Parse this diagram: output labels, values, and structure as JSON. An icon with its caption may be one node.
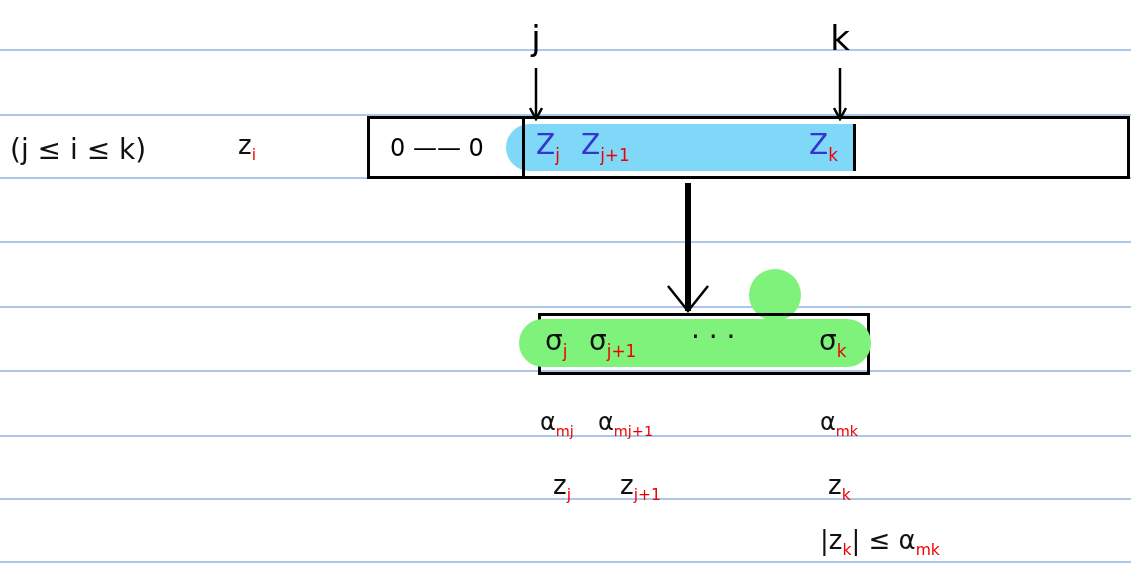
{
  "diagram": {
    "nodes": [
      {
        "text": [
          "j"
        ]
      },
      {
        "text": [
          "k"
        ]
      },
      {
        "text": [],
        "shape": "box"
      },
      {
        "text": [
          "0 —— 0"
        ],
        "in": 2
      },
      {
        "text": [
          "Z$_{j}$",
          "Z$_{j+1}$",
          "Z$_{k}$"
        ],
        "in": 2
      },
      {
        "text": [
          "σ$_{j}$",
          "σ$_{j+1}$",
          "· · ·",
          "σ$_{k}$"
        ]
      },
      {
        "text": [],
        "shape": "circle"
      }
    ],
    "edges": [
      {
        "from": 0,
        "to": 4,
        "arrow": "to"
      },
      {
        "from": 1,
        "to": 4,
        "arrow": "to"
      },
      {
        "from": 2,
        "to": 5,
        "arrow": "to",
        "style": "thick"
      }
    ],
    "labels": [
      "(j ≤ i ≤ k)",
      "z$_{i}$",
      "α$_{mj}$",
      "α$_{mj+1}$",
      "α$_{mk}$",
      "z$_{j}$",
      "z$_{j+1}$",
      "z$_{k}$",
      "|z$_{k}$| ≤ α$_{mk}$"
    ]
  }
}
